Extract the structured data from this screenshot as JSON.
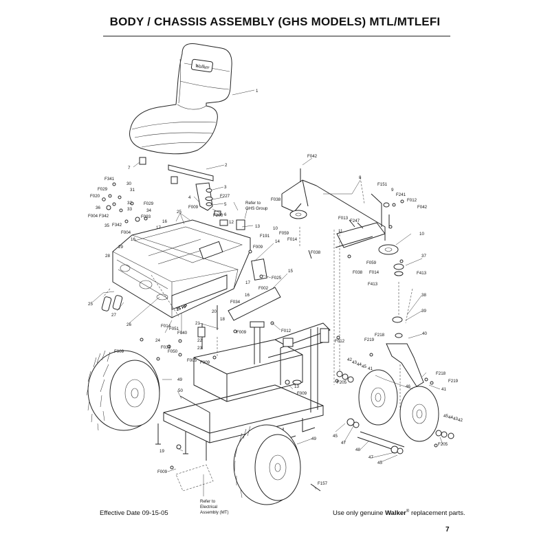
{
  "page": {
    "title": "BODY / CHASSIS ASSEMBLY (GHS MODELS) MTL/MTLEFI",
    "effective_date": "Effective Date 09-15-05",
    "brand_prefix": "Use only genuine",
    "brand": "Walker",
    "brand_mark": "®",
    "brand_suffix": "replacement parts.",
    "page_number": "7"
  },
  "diagram": {
    "seat_logo": "Walker",
    "decal_hp": "25 HP",
    "notes": {
      "ghs": [
        "Refer to",
        "GHS Group"
      ],
      "electrical": [
        "Refer to",
        "Electrical",
        "Assembly (MT)"
      ]
    },
    "callouts": [
      "1",
      "2",
      "3",
      "F227",
      "5",
      "6",
      "4",
      "F009",
      "F206",
      "12",
      "13",
      "7",
      "F341",
      "30",
      "31",
      "F029",
      "F020",
      "32",
      "36",
      "33",
      "F029",
      "34",
      "F004",
      "F342",
      "F093",
      "35",
      "F342",
      "F004",
      "25",
      "16",
      "17",
      "29",
      "16",
      "28",
      "F191",
      "F009",
      "14",
      "F025",
      "F002",
      "15",
      "17",
      "16",
      "25",
      "27",
      "26",
      "F034",
      "20",
      "18",
      "F012",
      "F009",
      "21",
      "F014",
      "F051",
      "F040",
      "24",
      "22",
      "F031",
      "23",
      "F050",
      "F005",
      "F009",
      "F009",
      "49",
      "50",
      "19",
      "F009",
      "13",
      "F009",
      "49",
      "F157",
      "F042",
      "8",
      "F038",
      "F151",
      "9",
      "F241",
      "F012",
      "F042",
      "F013",
      "F247",
      "10",
      "F059",
      "F014",
      "11",
      "F038",
      "10",
      "F038",
      "F059",
      "F014",
      "F413",
      "37",
      "F413",
      "38",
      "39",
      "F012",
      "F219",
      "F218",
      "40",
      "42",
      "43",
      "44",
      "45",
      "41",
      "F205",
      "F218",
      "F219",
      "41",
      "46",
      "45",
      "47",
      "48",
      "47",
      "45",
      "45",
      "44",
      "43",
      "42",
      "F205"
    ]
  }
}
